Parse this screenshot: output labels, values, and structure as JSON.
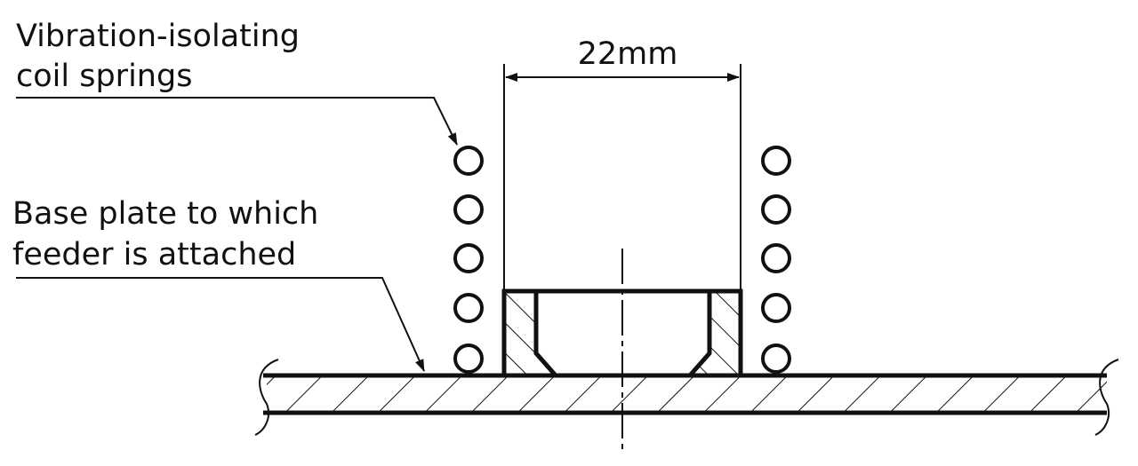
{
  "labels": {
    "spring_line1": "Vibration-isolating",
    "spring_line2": "coil springs",
    "plate_line1": "Base plate to which",
    "plate_line2": "feeder is attached",
    "dimension": "22mm"
  },
  "colors": {
    "ink": "#111111",
    "background": "#ffffff"
  }
}
